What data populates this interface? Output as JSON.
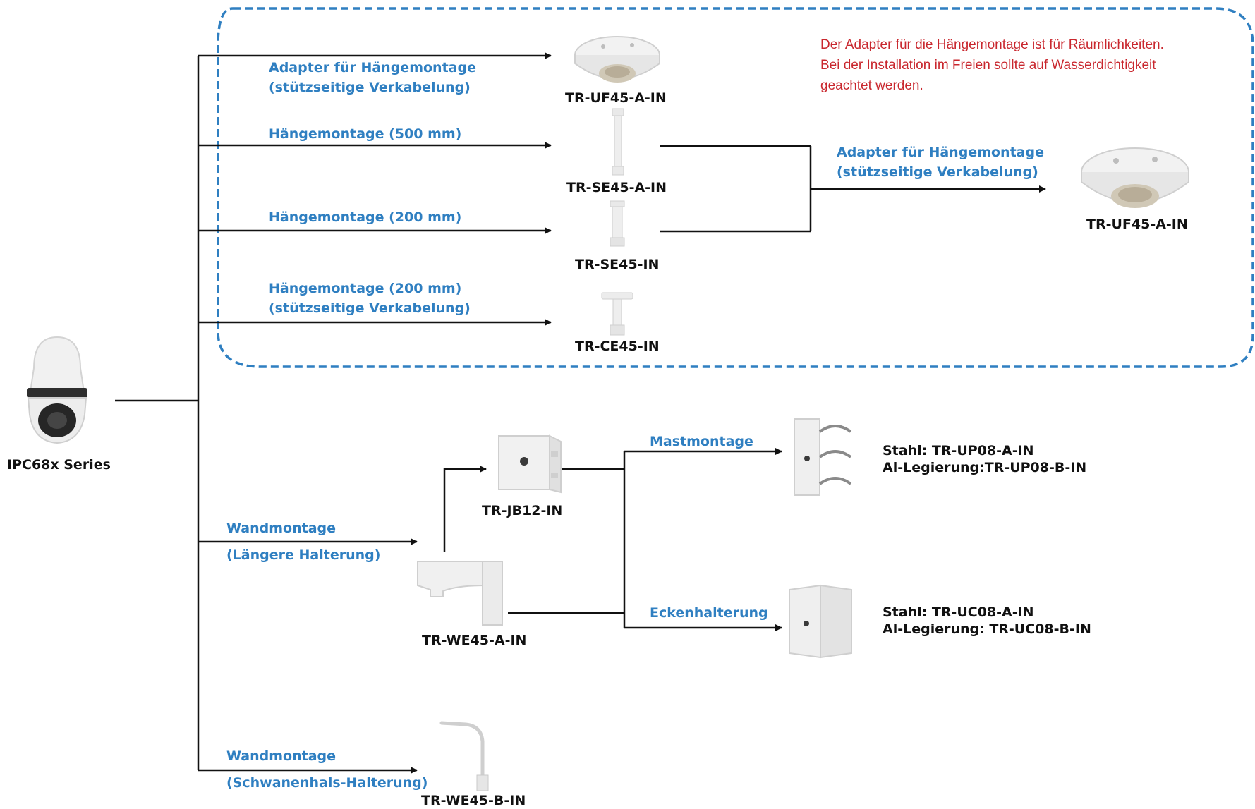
{
  "note": {
    "line1": "Der Adapter für die Hängemontage ist für Räumlichkeiten.",
    "line2": "Bei der Installation im Freien sollte auf Wasserdichtigkeit",
    "line3": "geachtet werden."
  },
  "camera": {
    "label": "IPC68x Series"
  },
  "pendant": {
    "uf45_top": {
      "line1": "Adapter für Hängemontage",
      "line2": "(stützseitige Verkabelung)",
      "code": "TR-UF45-A-IN"
    },
    "se45a": {
      "line1": "Hängemontage (500 mm)",
      "code": "TR-SE45-A-IN"
    },
    "se45": {
      "line1": "Hängemontage (200 mm)",
      "code": "TR-SE45-IN"
    },
    "ce45": {
      "line1": "Hängemontage (200 mm)",
      "line2": "(stützseitige Verkabelung)",
      "code": "TR-CE45-IN"
    },
    "uf45_right": {
      "line1": "Adapter für Hängemontage",
      "line2": "(stützseitige Verkabelung)",
      "code": "TR-UF45-A-IN"
    }
  },
  "wall": {
    "long": {
      "line1": "Wandmontage",
      "line2": "(Längere Halterung)",
      "code": "TR-WE45-A-IN"
    },
    "jb12": {
      "code": "TR-JB12-IN"
    },
    "gooseneck": {
      "line1": "Wandmontage",
      "line2": "(Schwanenhals-Halterung)",
      "code": "TR-WE45-B-IN"
    }
  },
  "pole": {
    "label": "Mastmontage",
    "steel": "Stahl: TR-UP08-A-IN",
    "alloy": "Al-Legierung:TR-UP08-B-IN"
  },
  "corner": {
    "label": "Eckenhalterung",
    "steel": "Stahl: TR-UC08-A-IN",
    "alloy": "Al-Legierung: TR-UC08-B-IN"
  },
  "colors": {
    "label_blue": "#2f7fc1",
    "note_red": "#c9272e",
    "dashed_border": "#2f7fc1",
    "line": "#111111"
  }
}
